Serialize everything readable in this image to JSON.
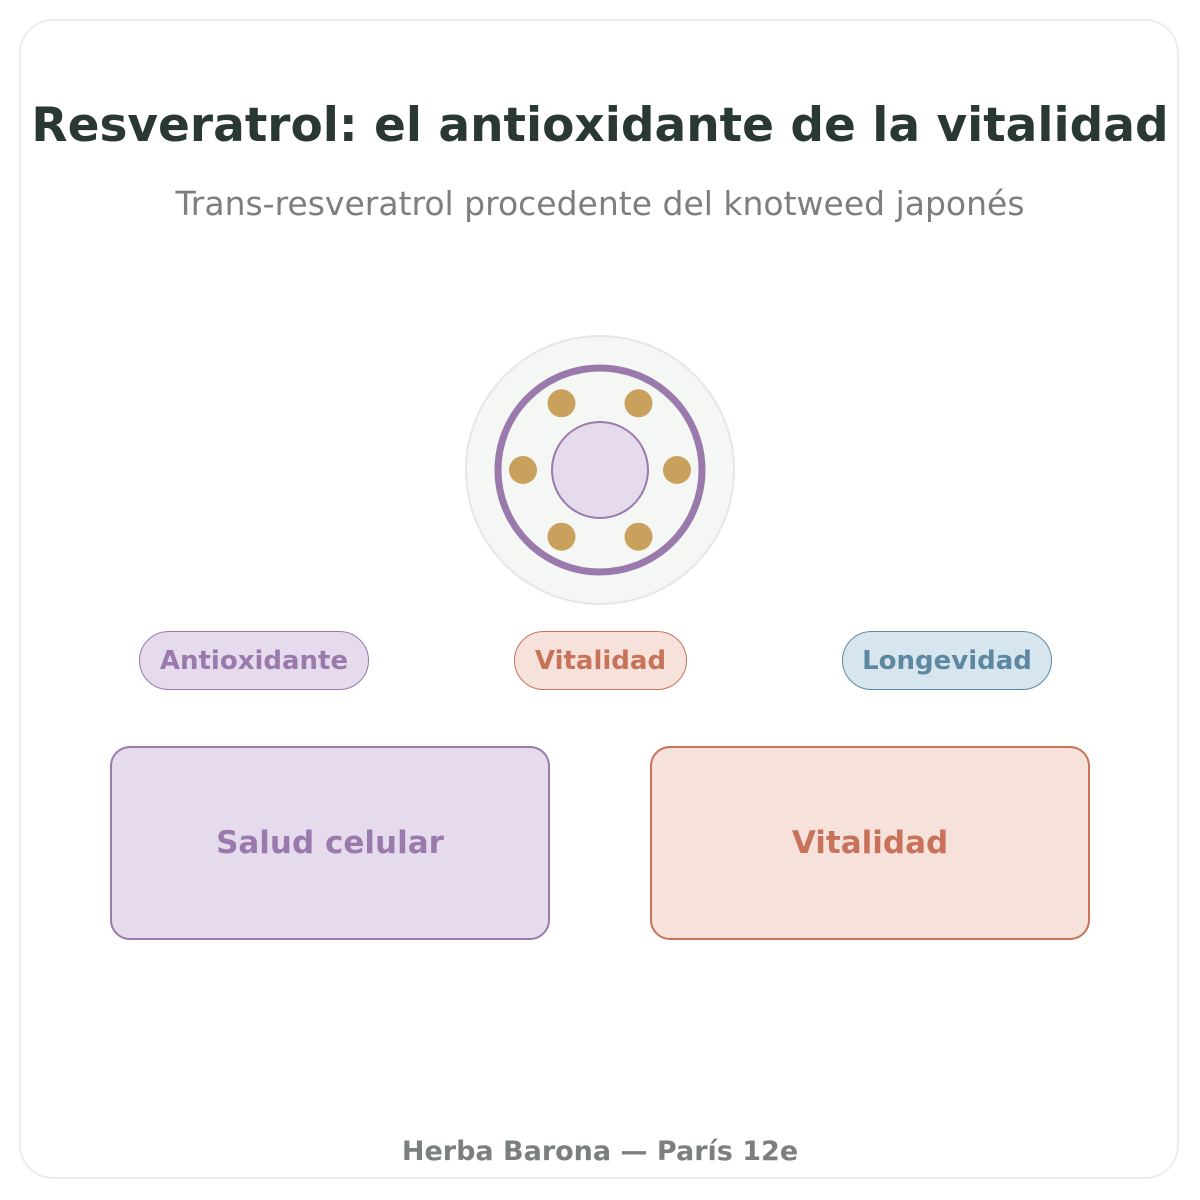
{
  "header": {
    "title": "Resveratrol: el antioxidante de la vitalidad",
    "subtitle": "Trans-resveratrol procedente del knotweed japonés"
  },
  "emblem": {
    "icon": "molecule-ring-icon",
    "colors": {
      "outer_fill": "#f5f7f5",
      "outer_stroke": "#e4e7e4",
      "ring": "#9a7aad",
      "core_fill": "#e5dbed",
      "dots": "#c9a05c"
    }
  },
  "tags": [
    {
      "label": "Antioxidante"
    },
    {
      "label": "Vitalidad"
    },
    {
      "label": "Longevidad"
    }
  ],
  "benefits": [
    {
      "label": "Salud celular"
    },
    {
      "label": "Vitalidad"
    }
  ],
  "footer": {
    "text": "Herba Barona — París 12e"
  },
  "colors": {
    "purple": "#9a7aad",
    "coral": "#c87259",
    "blue": "#5e88a1",
    "title": "#2a3833",
    "muted": "#7b7f7d"
  }
}
